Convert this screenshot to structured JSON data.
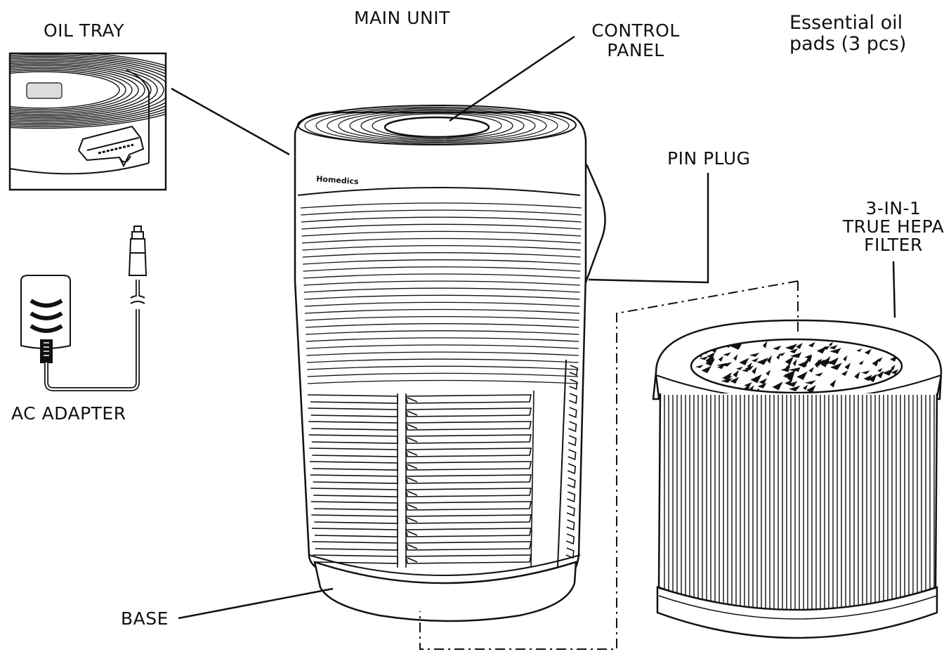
{
  "labels": {
    "oil_tray": "OIL TRAY",
    "main_unit": "MAIN UNIT",
    "control_panel": [
      "CONTROL",
      "PANEL"
    ],
    "essential_oil_pads": [
      "Essential oil",
      "pads (3 pcs)"
    ],
    "pin_plug": "PIN PLUG",
    "hepa_filter": [
      "3-IN-1",
      "TRUE HEPA",
      "FILTER"
    ],
    "ac_adapter": "AC ADAPTER",
    "base": "BASE"
  },
  "brand_text": "Homedics",
  "colors": {
    "line": "#111111",
    "background": "#ffffff"
  }
}
